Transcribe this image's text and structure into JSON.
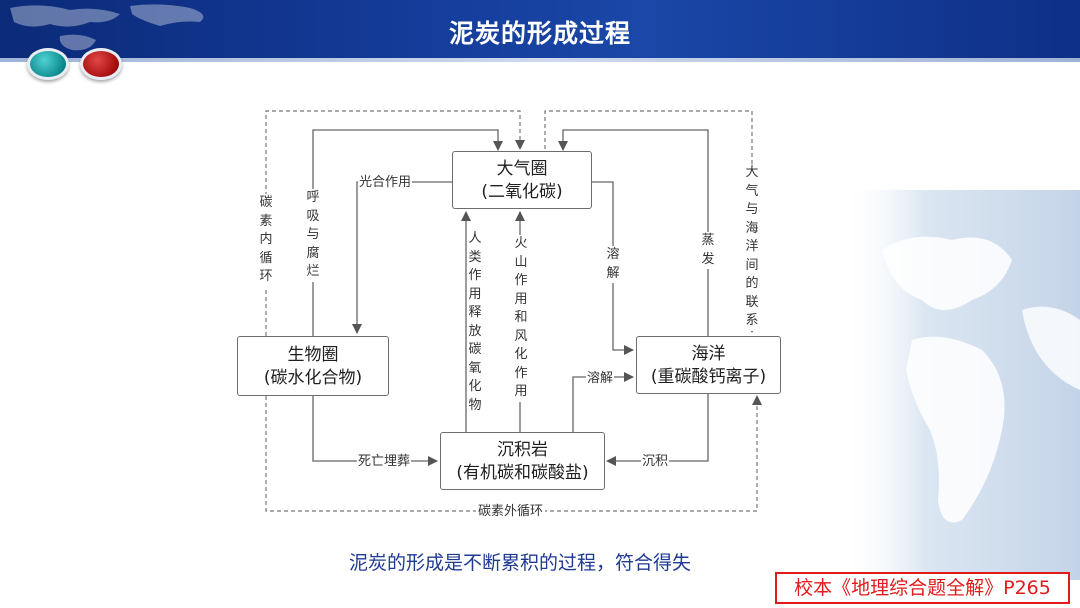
{
  "slide": {
    "title": "泥炭的形成过程",
    "caption": "泥炭的形成是不断累积的过程，符合得失",
    "source": "校本《地理综合题全解》P265"
  },
  "colors": {
    "header": "#143a97",
    "caption": "#1f3a93",
    "source": "#e11b1b",
    "teal_dot": "#0d8a8e",
    "red_dot": "#a60d0d"
  },
  "diagram": {
    "nodes": {
      "atmosphere": {
        "line1": "大气圈",
        "line2": "(二氧化碳)"
      },
      "biosphere": {
        "line1": "生物圈",
        "line2": "(碳水化合物)"
      },
      "ocean": {
        "line1": "海洋",
        "line2": "(重碳酸钙离子)"
      },
      "sediment": {
        "line1": "沉积岩",
        "line2": "(有机碳和碳酸盐)"
      }
    },
    "edges": {
      "photosynthesis": "光合作用",
      "respiration": "呼吸与腐烂",
      "carbon_inner_cycle": "碳素内循环",
      "human_release": "人类作用释放碳氧化物",
      "volcano_weathering": "火山作用和风化作用",
      "dissolve_air": "溶解",
      "evaporate": "蒸发",
      "air_ocean_link": "大气与海洋间的联系",
      "dissolve_rock": "溶解",
      "death_burial": "死亡埋葬",
      "sedimentation": "沉积",
      "carbon_outer_cycle": "碳素外循环"
    }
  }
}
